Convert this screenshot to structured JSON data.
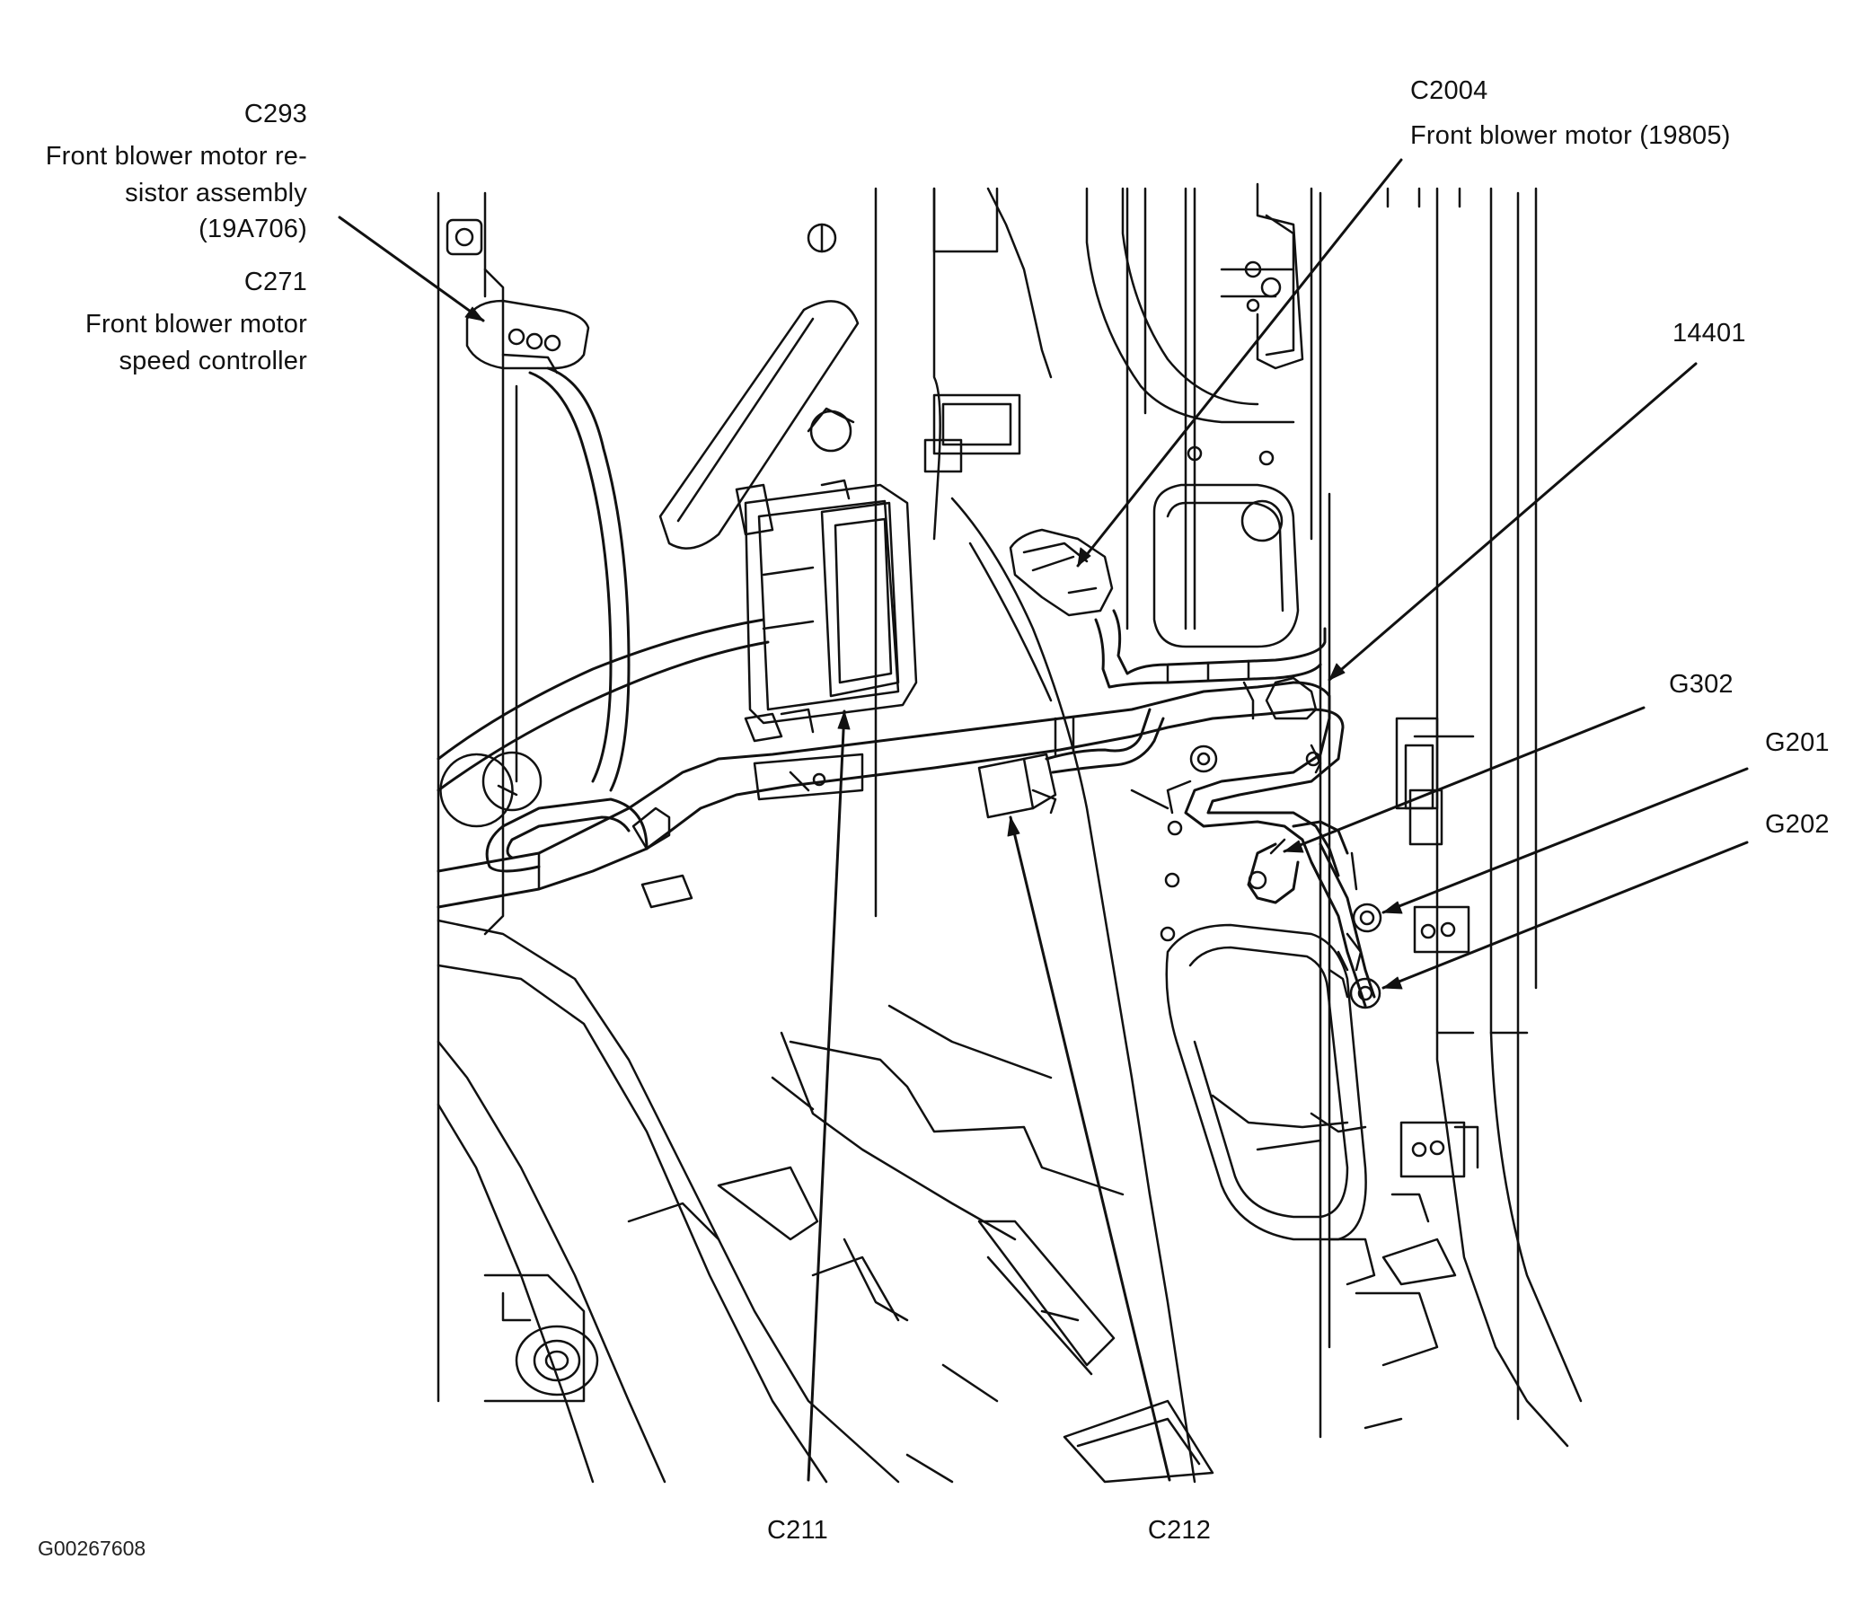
{
  "callouts": {
    "c293": {
      "code": "C293",
      "desc_1": "Front blower motor re-",
      "desc_2": "sistor assembly",
      "part": "(19A706)"
    },
    "c271": {
      "code": "C271",
      "desc_1": "Front blower motor",
      "desc_2": "speed controller"
    },
    "c2004": {
      "code": "C2004",
      "desc": "Front blower motor (19805)"
    },
    "p14401": {
      "code": "14401"
    },
    "g302": {
      "code": "G302"
    },
    "g201": {
      "code": "G201"
    },
    "g202": {
      "code": "G202"
    },
    "c211": {
      "code": "C211"
    },
    "c212": {
      "code": "C212"
    }
  },
  "figure_id": "G00267608"
}
